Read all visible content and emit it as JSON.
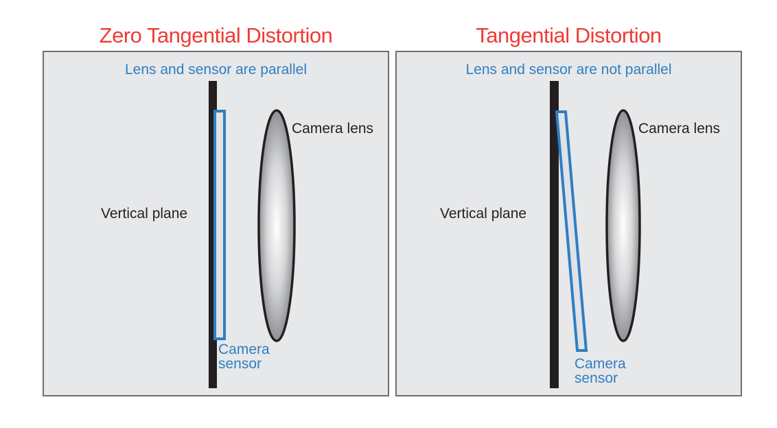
{
  "panels": [
    {
      "title": "Zero Tangential Distortion",
      "subtitle": "Lens and sensor are parallel",
      "lens_label": "Camera lens",
      "plane_label": "Vertical plane",
      "sensor_label_line1": "Camera",
      "sensor_label_line2": "sensor",
      "sensor_tilted": false
    },
    {
      "title": "Tangential Distortion",
      "subtitle": "Lens and sensor are not parallel",
      "lens_label": "Camera lens",
      "plane_label": "Vertical plane",
      "sensor_label_line1": "Camera",
      "sensor_label_line2": "sensor",
      "sensor_tilted": true
    }
  ],
  "colors": {
    "title": "#ef3b36",
    "accent_blue": "#2f7ec1",
    "panel_bg": "#e7e8ea",
    "panel_border": "#6d6e71",
    "plane": "#231f20"
  }
}
